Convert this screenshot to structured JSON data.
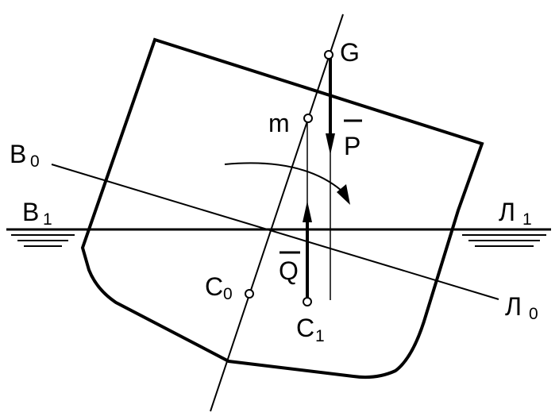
{
  "diagram": {
    "labels": {
      "G": "G",
      "m": "m",
      "P": "P",
      "Q": "Q",
      "B0_main": "B",
      "B0_sub": "0",
      "B1_main": "B",
      "B1_sub": "1",
      "L1_main": "Л",
      "L1_sub": "1",
      "L0_main": "Л",
      "L0_sub": "0",
      "C0_main": "C",
      "C0_sub": "0",
      "C1_main": "C",
      "C1_sub": "1"
    },
    "colors": {
      "line": "#000000",
      "background": "#ffffff"
    }
  }
}
